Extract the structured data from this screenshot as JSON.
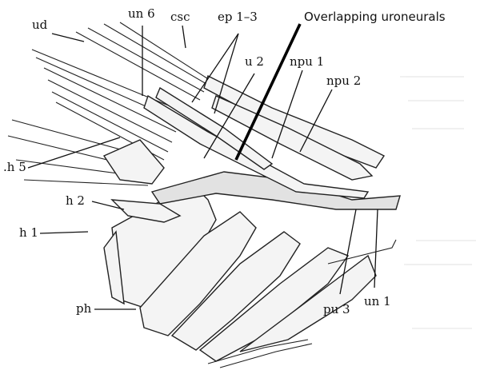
{
  "labels": {
    "overlapping": "Overlapping uroneurals",
    "un6": "un 6",
    "ud": "ud",
    "csc": "csc",
    "ep": "ep 1–3",
    "u2": "u 2",
    "npu1": "npu 1",
    "npu2": "npu 2",
    "h5": ".h 5",
    "h2": "h 2",
    "h1": "h 1",
    "ph": "ph",
    "pu3": "pu 3",
    "un1": "un 1"
  }
}
